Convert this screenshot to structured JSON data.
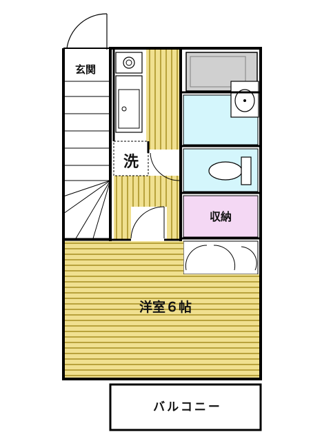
{
  "rooms": {
    "entrance": "玄関",
    "laundry": "洗",
    "storage": "収納",
    "western_room": "洋室６帖",
    "balcony": "バルコニー"
  },
  "colors": {
    "floor": "#F0E090",
    "floor_stripe": "#B8A23C",
    "storage": "#F4D8F4",
    "wet_area": "#D4F6FC",
    "bath": "#D0D0D0",
    "wall": "#000000"
  },
  "icons": [
    "door-swing-icon",
    "washbasin-icon",
    "toilet-icon",
    "sink-icon",
    "stove-icon",
    "stairs-icon"
  ]
}
